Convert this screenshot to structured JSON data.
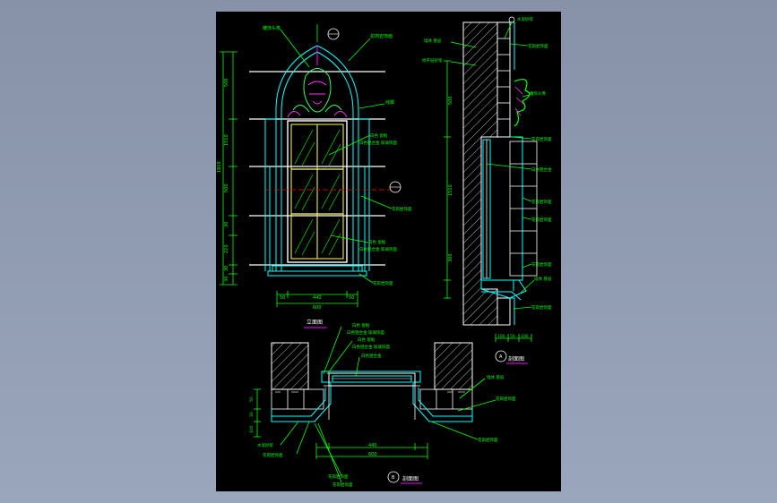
{
  "drawing": {
    "background": "#000000",
    "line_color": "#00ff00",
    "accent_color": "#00ffff",
    "views": {
      "elevation": {
        "title": "立面图"
      },
      "section_a": {
        "title": "剖面图",
        "marker": "A"
      },
      "section_b": {
        "title": "剖面图",
        "marker": "B"
      }
    },
    "labels": {
      "elevation_top_left": "雕饰头像",
      "elevation_top_right": "花岗岩饰面",
      "elevation_right_mid": "线脚",
      "elevation_window_1a": "白色 窗框",
      "elevation_window_1b": "白色铝合金 玻璃饰面",
      "elevation_wall": "花岗岩饰面",
      "elevation_window_2a": "白色 窗框",
      "elevation_window_2b": "白色铝合金 玻璃饰面",
      "elevation_sill": "花岗岩饰面",
      "section_top": "水泥砂浆",
      "section_a1": "墙体 基层",
      "section_a2": "花岗岩饰面",
      "section_a3": "找平层砂浆",
      "section_a4": "雕饰头像",
      "section_a5": "花岗岩饰面",
      "section_a6": "白色铝合金",
      "section_a7": "花岗岩饰面",
      "section_a8": "花岗岩饰面",
      "section_a9": "花岗岩饰面",
      "section_a10": "墙体 基层",
      "section_a11": "花岗岩饰面",
      "plan_1a": "白色 窗框",
      "plan_1b": "白色铝合金 玻璃饰面",
      "plan_2a": "白色 窗框",
      "plan_2b": "白色铝合金 玻璃饰面",
      "plan_glass": "白色铝合金",
      "plan_right1": "墙体 基层",
      "plan_right2": "花岗岩饰面",
      "plan_right3": "花岗岩饰面",
      "plan_left1": "水泥砂浆",
      "plan_left2": "花岗岩饰面",
      "plan_left3": "花岗岩饰面",
      "plan_left4": "花岗岩饰面"
    },
    "dimensions": {
      "elev_vertical": [
        "500",
        "1510",
        "500",
        "30",
        "220",
        "30",
        "30"
      ],
      "elev_total": "1810",
      "elev_width_sub": [
        "50",
        "440",
        "50"
      ],
      "elev_width_total": "600",
      "sect_vertical": [
        "500",
        "1510",
        "300"
      ],
      "sect_bottom": [
        "100",
        "50",
        "100"
      ],
      "plan_left_vertical": [
        "50",
        "30",
        "100"
      ],
      "plan_width_sub": "440",
      "plan_width_total": "600"
    }
  }
}
